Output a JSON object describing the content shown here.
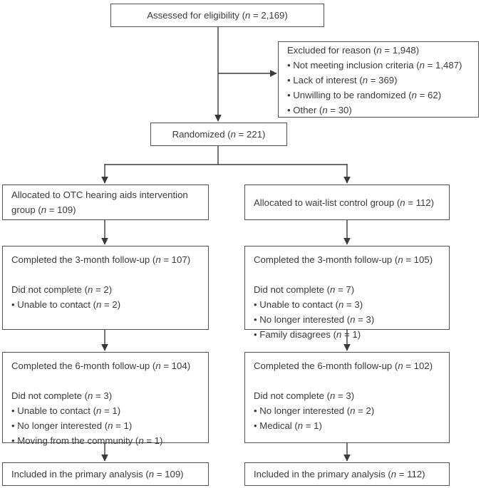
{
  "figure": {
    "kind": "consort-flow-diagram",
    "colors": {
      "background": "#ffffff",
      "box_border": "#515154",
      "text": "#3a3a3c",
      "arrow": "#3a3a3c"
    },
    "boxes": {
      "assessed": {
        "label": "Assessed for eligibility (n = 2,169)"
      },
      "excluded": {
        "lines": [
          "Excluded for reason (n = 1,948)",
          "• Not meeting inclusion criteria (n = 1,487)",
          "• Lack of interest (n = 369)",
          "• Unwilling to be randomized (n = 62)",
          "• Other (n = 30)"
        ]
      },
      "randomized": {
        "label": "Randomized (n = 221)"
      },
      "allocated_intervention": {
        "label": "Allocated to OTC hearing aids intervention group (n = 109)"
      },
      "allocated_control": {
        "label": "Allocated to wait-list control group (n = 112)"
      },
      "followup3_intervention": {
        "lines": [
          "Completed the 3-month follow-up (n = 107)",
          "",
          "Did not complete (n = 2)",
          "• Unable to contact (n = 2)"
        ]
      },
      "followup3_control": {
        "lines": [
          "Completed the 3-month follow-up (n = 105)",
          "",
          "Did not complete (n = 7)",
          "• Unable to contact (n = 3)",
          "• No longer interested (n = 3)",
          "• Family disagrees (n = 1)"
        ]
      },
      "followup6_intervention": {
        "lines": [
          "Completed the 6-month follow-up (n = 104)",
          "",
          "Did not complete (n = 3)",
          "• Unable to contact (n = 1)",
          "• No longer interested (n = 1)",
          "• Moving from the community (n = 1)"
        ]
      },
      "followup6_control": {
        "lines": [
          "Completed the 6-month follow-up (n = 102)",
          "",
          "Did not complete (n = 3)",
          "• No longer interested (n = 2)",
          "• Medical (n = 1)"
        ]
      },
      "analysis_intervention": {
        "label": "Included in the primary analysis (n = 109)"
      },
      "analysis_control": {
        "label": "Included in the primary analysis (n = 112)"
      }
    }
  }
}
